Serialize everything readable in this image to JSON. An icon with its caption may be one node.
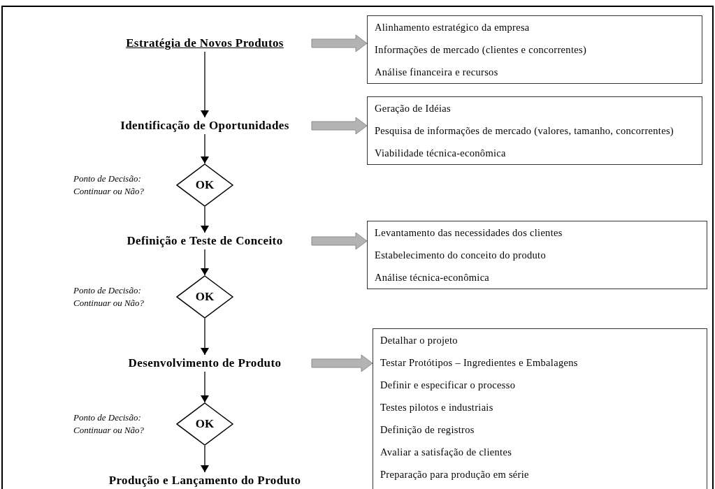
{
  "diagram": {
    "nodes": [
      {
        "text": [
          "Estratégia de Novos Produtos"
        ]
      },
      {
        "text": [
          "Alinhamento estratégico da empresa",
          "Informações de mercado (clientes e concorrentes)",
          "Análise financeira e recursos"
        ]
      },
      {
        "text": [
          "Identificação de Oportunidades"
        ]
      },
      {
        "text": [
          "Geração de Idéias",
          "Pesquisa de informações de mercado (valores, tamanho, concorrentes)",
          "Viabilidade técnica-econômica"
        ]
      },
      {
        "text": [
          "OK"
        ],
        "beside": [
          "Ponto de Decisão: Continuar ou Não?"
        ]
      },
      {
        "text": [
          "Definição e Teste de Conceito"
        ]
      },
      {
        "text": [
          "Levantamento das necessidades dos clientes",
          "Estabelecimento do conceito do produto",
          "Análise técnica-econômica"
        ]
      },
      {
        "text": [
          "OK"
        ],
        "beside": [
          "Ponto de Decisão: Continuar ou Não?"
        ]
      },
      {
        "text": [
          "Desenvolvimento de Produto"
        ]
      },
      {
        "text": [
          "Detalhar o projeto",
          "Testar Protótipos – Ingredientes e Embalagens",
          "Definir e especificar o processo",
          "Testes pilotos e industriais",
          "Definição de registros",
          "Avaliar a satisfação de clientes",
          "Preparação para produção em série"
        ]
      },
      {
        "text": [
          "OK"
        ],
        "beside": [
          "Ponto de Decisão: Continuar ou Não?"
        ]
      },
      {
        "text": [
          "Produção e Lançamento do Produto"
        ]
      }
    ],
    "edges": [
      {
        "from": 0,
        "to": 1,
        "arrow": "to",
        "style": "thick",
        "color": "#b3b3b3"
      },
      {
        "from": 0,
        "to": 2,
        "arrow": "to"
      },
      {
        "from": 2,
        "to": 3,
        "arrow": "to",
        "style": "thick",
        "color": "#b3b3b3"
      },
      {
        "from": 2,
        "to": 4,
        "arrow": "to"
      },
      {
        "from": 4,
        "to": 5,
        "arrow": "to"
      },
      {
        "from": 5,
        "to": 6,
        "arrow": "to",
        "style": "thick",
        "color": "#b3b3b3"
      },
      {
        "from": 5,
        "to": 7,
        "arrow": "to"
      },
      {
        "from": 7,
        "to": 8,
        "arrow": "to"
      },
      {
        "from": 8,
        "to": 9,
        "arrow": "to",
        "style": "thick",
        "color": "#b3b3b3"
      },
      {
        "from": 8,
        "to": 10,
        "arrow": "to"
      },
      {
        "from": 10,
        "to": 11,
        "arrow": "to"
      }
    ]
  }
}
